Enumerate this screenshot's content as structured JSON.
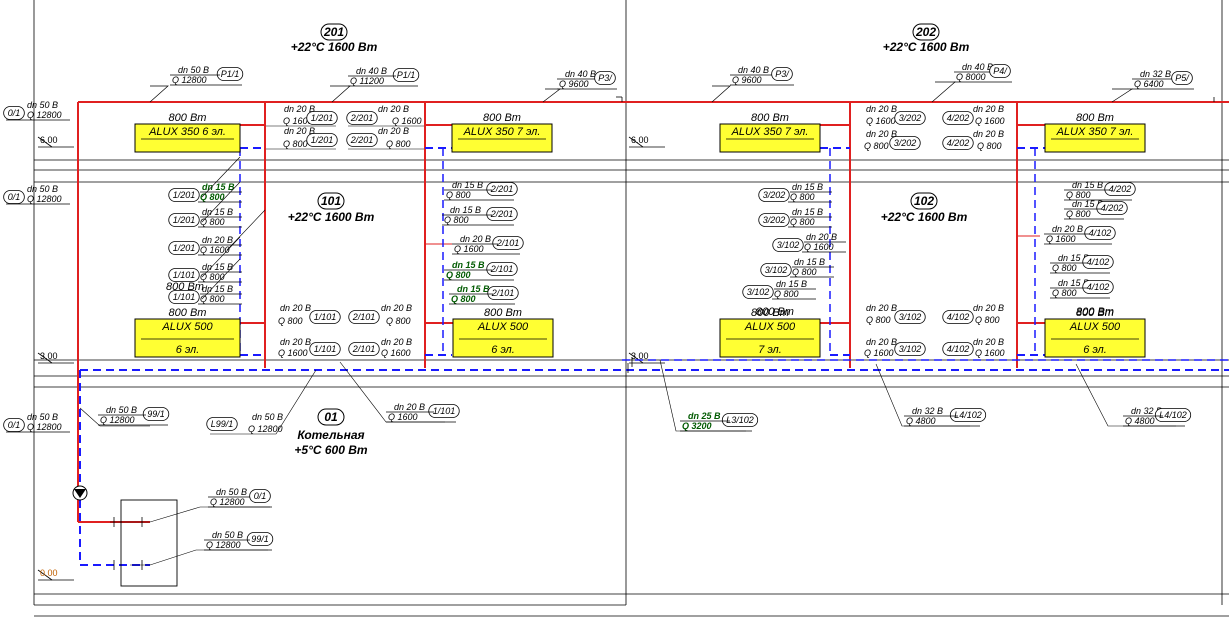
{
  "colors": {
    "supply": "#e02020",
    "return": "#1a1aff",
    "radiator": "#ffff33",
    "grid": "#000000",
    "label_green": "#005a00"
  },
  "rooms": [
    {
      "num": "201",
      "temp": "+22°C 1600 Вт"
    },
    {
      "num": "202",
      "temp": "+22°C 1600 Вт"
    },
    {
      "num": "101",
      "temp": "+22°C 1600 Вт"
    },
    {
      "num": "102",
      "temp": "+22°C 1600 Вт"
    },
    {
      "num": "01",
      "name": "Котельная",
      "temp": "+5°C 600 Вт"
    }
  ],
  "levels": [
    "6.00",
    "3.00",
    "0.00"
  ],
  "radiators": [
    {
      "power": "800 Вт",
      "model": "ALUX 350 6 эл.",
      "sub": ""
    },
    {
      "power": "800 Вт",
      "model": "ALUX 350 7 эл.",
      "sub": ""
    },
    {
      "power": "800 Вт",
      "model": "ALUX 350 7 эл.",
      "sub": ""
    },
    {
      "power": "800 Вт",
      "model": "ALUX 350 7 эл.",
      "sub": ""
    },
    {
      "power": "800 Вт",
      "model": "ALUX 500",
      "sub": "6 эл."
    },
    {
      "power": "800 Вт",
      "model": "ALUX 500",
      "sub": "6 эл."
    },
    {
      "power": "800 Вт",
      "model": "ALUX 500",
      "sub": "7 эл."
    },
    {
      "power": "800 Вт",
      "model": "ALUX 500",
      "sub": "6 эл."
    }
  ],
  "pipe_labels": [
    {
      "dn": "dn 50 B",
      "q": "Q 12800",
      "tag": "0/1"
    },
    {
      "dn": "dn 50 B",
      "q": "Q 12800",
      "tag": "0/1"
    },
    {
      "dn": "dn 50 B",
      "q": "Q 12800",
      "tag": "0/1"
    },
    {
      "dn": "dn 50 B",
      "q": "Q 12800",
      "tag": "P1/1"
    },
    {
      "dn": "dn 40 B",
      "q": "Q 11200",
      "tag": "P1/1"
    },
    {
      "dn": "dn 40 B",
      "q": "Q 9600",
      "tag": "P3/"
    },
    {
      "dn": "dn 40 B",
      "q": "Q 9600",
      "tag": "P3/"
    },
    {
      "dn": "dn 40 B",
      "q": "Q 8000",
      "tag": "P4/"
    },
    {
      "dn": "dn 32 B",
      "q": "Q 6400",
      "tag": "P5/"
    },
    {
      "dn": "dn 20 B",
      "q": "Q 1600",
      "tag": "1/201"
    },
    {
      "dn": "dn 20 B",
      "q": "Q 800",
      "tag": "1/201"
    },
    {
      "dn": "dn 20 B",
      "q": "Q 1600",
      "tag": "2/201"
    },
    {
      "dn": "dn 20 B",
      "q": "Q 800",
      "tag": "2/201"
    },
    {
      "dn": "dn 15 B",
      "q": "Q 800",
      "tag": "1/201"
    },
    {
      "dn": "dn 15 B",
      "q": "Q 800",
      "tag": "1/201"
    },
    {
      "dn": "dn 20 B",
      "q": "Q 1600",
      "tag": "1/201"
    },
    {
      "dn": "dn 15 B",
      "q": "Q 800",
      "tag": "1/101"
    },
    {
      "dn": "dn 15 B",
      "q": "Q 800",
      "tag": "1/101"
    },
    {
      "dn": "dn 20 B",
      "q": "Q 800",
      "tag": "1/101"
    },
    {
      "dn": "dn 20 B",
      "q": "Q 1600",
      "tag": "1/101"
    },
    {
      "dn": "dn 15 B",
      "q": "Q 800",
      "tag": "2/201"
    },
    {
      "dn": "dn 15 B",
      "q": "Q 800",
      "tag": "2/201"
    },
    {
      "dn": "dn 20 B",
      "q": "Q 1600",
      "tag": "2/101"
    },
    {
      "dn": "dn 15 B",
      "q": "Q 800",
      "tag": "2/101"
    },
    {
      "dn": "dn 15 B",
      "q": "Q 800",
      "tag": "2/101"
    },
    {
      "dn": "dn 20 B",
      "q": "Q 800",
      "tag": "2/101"
    },
    {
      "dn": "dn 20 B",
      "q": "Q 1600",
      "tag": "2/101"
    },
    {
      "dn": "dn 20 B",
      "q": "Q 1600",
      "tag": "3/202"
    },
    {
      "dn": "dn 20 B",
      "q": "Q 800",
      "tag": "3/202"
    },
    {
      "dn": "dn 20 B",
      "q": "Q 1600",
      "tag": "4/202"
    },
    {
      "dn": "dn 20 B",
      "q": "Q 800",
      "tag": "4/202"
    },
    {
      "dn": "dn 15 B",
      "q": "Q 800",
      "tag": "3/202"
    },
    {
      "dn": "dn 15 B",
      "q": "Q 800",
      "tag": "3/202"
    },
    {
      "dn": "dn 20 B",
      "q": "Q 1600",
      "tag": "3/102"
    },
    {
      "dn": "dn 15 B",
      "q": "Q 800",
      "tag": "3/102"
    },
    {
      "dn": "dn 15 B",
      "q": "Q 800",
      "tag": "3/102"
    },
    {
      "dn": "dn 20 B",
      "q": "Q 800",
      "tag": "3/102"
    },
    {
      "dn": "dn 20 B",
      "q": "Q 1600",
      "tag": "3/102"
    },
    {
      "dn": "dn 15 B",
      "q": "Q 800",
      "tag": "4/202"
    },
    {
      "dn": "dn 15 B",
      "q": "Q 800",
      "tag": "4/202"
    },
    {
      "dn": "dn 20 B",
      "q": "Q 1600",
      "tag": "4/102"
    },
    {
      "dn": "dn 15 B",
      "q": "Q 800",
      "tag": "4/102"
    },
    {
      "dn": "dn 15 B",
      "q": "Q 800",
      "tag": "4/102"
    },
    {
      "dn": "dn 20 B",
      "q": "Q 800",
      "tag": "4/102"
    },
    {
      "dn": "dn 20 B",
      "q": "Q 1600",
      "tag": "4/102"
    },
    {
      "dn": "dn 50 B",
      "q": "Q 12800",
      "tag": "99/1"
    },
    {
      "dn": "dn 50 B",
      "q": "Q 12800",
      "tag": "L99/1"
    },
    {
      "dn": "dn 20 B",
      "q": "Q 1600",
      "tag": "1/101"
    },
    {
      "dn": "dn 25 B",
      "q": "Q 3200",
      "tag": "L3/102"
    },
    {
      "dn": "dn 32 B",
      "q": "Q 4800",
      "tag": "L4/102"
    },
    {
      "dn": "dn 32 B",
      "q": "Q 4800",
      "tag": "L4/102"
    },
    {
      "dn": "dn 50 B",
      "q": "Q 12800",
      "tag": "0/1"
    },
    {
      "dn": "dn 50 B",
      "q": "Q 12800",
      "tag": "99/1"
    }
  ]
}
